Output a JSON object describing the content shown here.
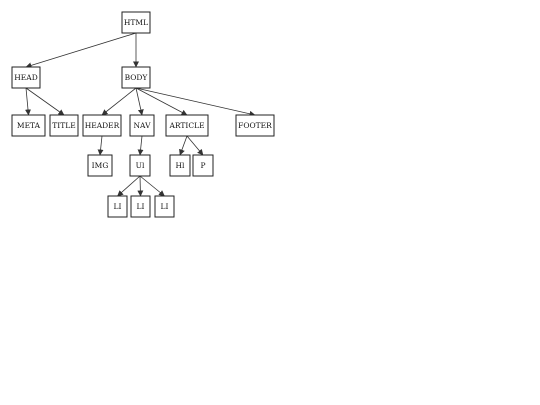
{
  "nodes": {
    "html": {
      "label": "HTML"
    },
    "head": {
      "label": "HEAD"
    },
    "body": {
      "label": "BODY"
    },
    "meta": {
      "label": "META"
    },
    "title": {
      "label": "TITLE"
    },
    "header": {
      "label": "HEADER"
    },
    "nav": {
      "label": "NAV"
    },
    "article": {
      "label": "ARTICLE"
    },
    "footer": {
      "label": "FOOTER"
    },
    "img": {
      "label": "IMG"
    },
    "ul": {
      "label": "Ul"
    },
    "h1": {
      "label": "Hl"
    },
    "p": {
      "label": "P"
    },
    "li1": {
      "label": "LI"
    },
    "li2": {
      "label": "LI"
    },
    "li3": {
      "label": "LI"
    }
  },
  "edges": [
    [
      "html",
      "head"
    ],
    [
      "html",
      "body"
    ],
    [
      "head",
      "meta"
    ],
    [
      "head",
      "title"
    ],
    [
      "body",
      "header"
    ],
    [
      "body",
      "nav"
    ],
    [
      "body",
      "article"
    ],
    [
      "body",
      "footer"
    ],
    [
      "header",
      "img"
    ],
    [
      "nav",
      "ul"
    ],
    [
      "article",
      "h1"
    ],
    [
      "article",
      "p"
    ],
    [
      "ul",
      "li1"
    ],
    [
      "ul",
      "li2"
    ],
    [
      "ul",
      "li3"
    ]
  ]
}
